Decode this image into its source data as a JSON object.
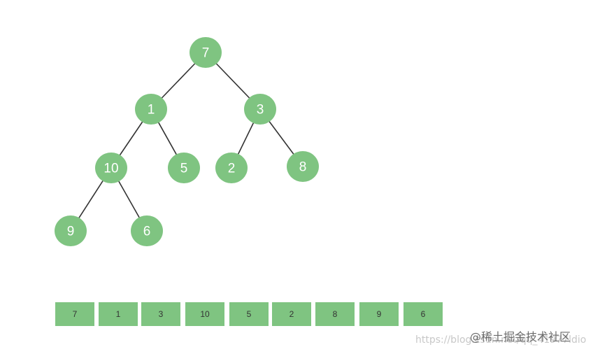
{
  "tree": {
    "nodes": [
      {
        "id": "n7",
        "label": "7"
      },
      {
        "id": "n1",
        "label": "1"
      },
      {
        "id": "n3",
        "label": "3"
      },
      {
        "id": "n10",
        "label": "10"
      },
      {
        "id": "n5",
        "label": "5"
      },
      {
        "id": "n2",
        "label": "2"
      },
      {
        "id": "n8",
        "label": "8"
      },
      {
        "id": "n9",
        "label": "9"
      },
      {
        "id": "n6",
        "label": "6"
      }
    ],
    "edges": [
      {
        "from": "n7",
        "to": "n1"
      },
      {
        "from": "n7",
        "to": "n3"
      },
      {
        "from": "n1",
        "to": "n10"
      },
      {
        "from": "n1",
        "to": "n5"
      },
      {
        "from": "n3",
        "to": "n2"
      },
      {
        "from": "n3",
        "to": "n8"
      },
      {
        "from": "n10",
        "to": "n9"
      },
      {
        "from": "n10",
        "to": "n6"
      }
    ]
  },
  "array": {
    "values": [
      "7",
      "1",
      "3",
      "10",
      "5",
      "2",
      "8",
      "9",
      "6"
    ]
  },
  "watermark": {
    "badge": "@稀土掘金技术社区",
    "url": "https://blog.csdn.net/qq_41977ldio"
  },
  "colors": {
    "node_fill": "#7fc481",
    "node_text": "#ffffff",
    "cell_fill": "#7fc481",
    "cell_text": "#333333",
    "edge": "#333333"
  }
}
